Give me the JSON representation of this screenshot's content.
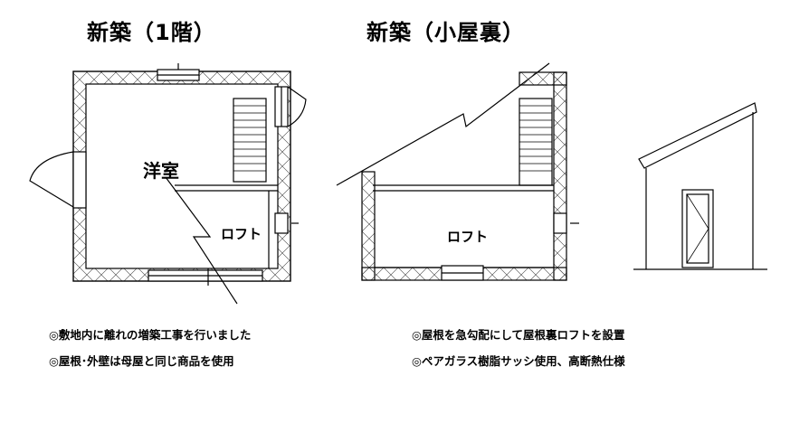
{
  "titles": {
    "plan_1f": "新築（1階）",
    "plan_attic": "新築（小屋裏）"
  },
  "rooms": {
    "western_room": "洋室",
    "loft_1f": "ロフト",
    "loft_attic": "ロフト"
  },
  "notes": {
    "left": [
      "◎敷地内に離れの増築工事を行いました",
      "◎屋根･外壁は母屋と同じ商品を使用"
    ],
    "right": [
      "◎屋根を急勾配にして屋根裏ロフトを設置",
      "◎ペアガラス樹脂サッシ使用、高断熱仕様"
    ]
  }
}
